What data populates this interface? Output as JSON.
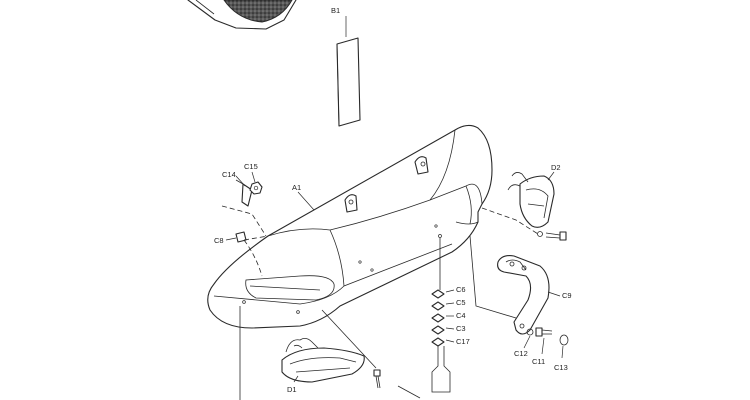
{
  "diagram": {
    "labels": {
      "B1": "B1",
      "A1": "A1",
      "C15": "C15",
      "C14": "C14",
      "C8": "C8",
      "D2": "D2",
      "C9": "C9",
      "C6": "C6",
      "C5": "C5",
      "C4": "C4",
      "C3": "C3",
      "C17": "C17",
      "C12": "C12",
      "C11": "C11",
      "C13": "C13",
      "D1": "D1"
    }
  }
}
